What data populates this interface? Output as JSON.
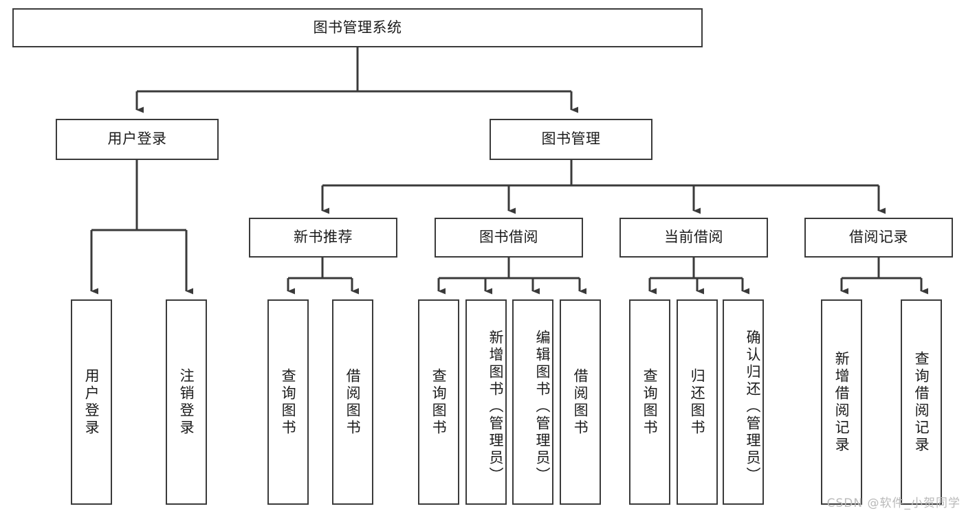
{
  "title": "图书管理系统",
  "watermark": "CSDN @软件_小贺同学",
  "colors": {
    "stroke": "#3a3a3a",
    "box_fill": "#ffffff",
    "text": "#1b1b1b",
    "watermark": "#b9b9b9",
    "background": "#ffffff"
  },
  "root": {
    "label": "图书管理系统"
  },
  "level2": [
    {
      "label": "用户登录"
    },
    {
      "label": "图书管理"
    }
  ],
  "level3": [
    {
      "label": "新书推荐"
    },
    {
      "label": "图书借阅"
    },
    {
      "label": "当前借阅"
    },
    {
      "label": "借阅记录"
    }
  ],
  "leaves": {
    "user_login": [
      {
        "label": "用户登录"
      },
      {
        "label": "注销登录"
      }
    ],
    "new_book_recommend": [
      {
        "label": "查询图书"
      },
      {
        "label": "借阅图书"
      }
    ],
    "book_borrow": [
      {
        "label": "查询图书"
      },
      {
        "label": "新增图书（管理员）"
      },
      {
        "label": "编辑图书（管理员）"
      },
      {
        "label": "借阅图书"
      }
    ],
    "current_borrow": [
      {
        "label": "查询图书"
      },
      {
        "label": "归还图书"
      },
      {
        "label": "确认归还（管理员）"
      }
    ],
    "borrow_record": [
      {
        "label": "新增借阅记录"
      },
      {
        "label": "查询借阅记录"
      }
    ]
  },
  "chart_data": {
    "type": "tree-diagram",
    "title": "图书管理系统",
    "orientation": "top-down",
    "nodes": [
      {
        "id": "root",
        "label": "图书管理系统",
        "level": 0,
        "parent": null
      },
      {
        "id": "user-login",
        "label": "用户登录",
        "level": 1,
        "parent": "root"
      },
      {
        "id": "book-manage",
        "label": "图书管理",
        "level": 1,
        "parent": "root"
      },
      {
        "id": "new-book",
        "label": "新书推荐",
        "level": 2,
        "parent": "book-manage"
      },
      {
        "id": "book-borrow",
        "label": "图书借阅",
        "level": 2,
        "parent": "book-manage"
      },
      {
        "id": "current-borrow",
        "label": "当前借阅",
        "level": 2,
        "parent": "book-manage"
      },
      {
        "id": "borrow-record",
        "label": "借阅记录",
        "level": 2,
        "parent": "book-manage"
      },
      {
        "id": "l-user-login",
        "label": "用户登录",
        "level": 3,
        "parent": "user-login"
      },
      {
        "id": "l-logout",
        "label": "注销登录",
        "level": 3,
        "parent": "user-login"
      },
      {
        "id": "l-nb-query",
        "label": "查询图书",
        "level": 3,
        "parent": "new-book"
      },
      {
        "id": "l-nb-borrow",
        "label": "借阅图书",
        "level": 3,
        "parent": "new-book"
      },
      {
        "id": "l-bb-query",
        "label": "查询图书",
        "level": 3,
        "parent": "book-borrow"
      },
      {
        "id": "l-bb-add",
        "label": "新增图书（管理员）",
        "level": 3,
        "parent": "book-borrow"
      },
      {
        "id": "l-bb-edit",
        "label": "编辑图书（管理员）",
        "level": 3,
        "parent": "book-borrow"
      },
      {
        "id": "l-bb-borrow",
        "label": "借阅图书",
        "level": 3,
        "parent": "book-borrow"
      },
      {
        "id": "l-cb-query",
        "label": "查询图书",
        "level": 3,
        "parent": "current-borrow"
      },
      {
        "id": "l-cb-return",
        "label": "归还图书",
        "level": 3,
        "parent": "current-borrow"
      },
      {
        "id": "l-cb-confirm",
        "label": "确认归还（管理员）",
        "level": 3,
        "parent": "current-borrow"
      },
      {
        "id": "l-br-add",
        "label": "新增借阅记录",
        "level": 3,
        "parent": "borrow-record"
      },
      {
        "id": "l-br-query",
        "label": "查询借阅记录",
        "level": 3,
        "parent": "borrow-record"
      }
    ]
  }
}
